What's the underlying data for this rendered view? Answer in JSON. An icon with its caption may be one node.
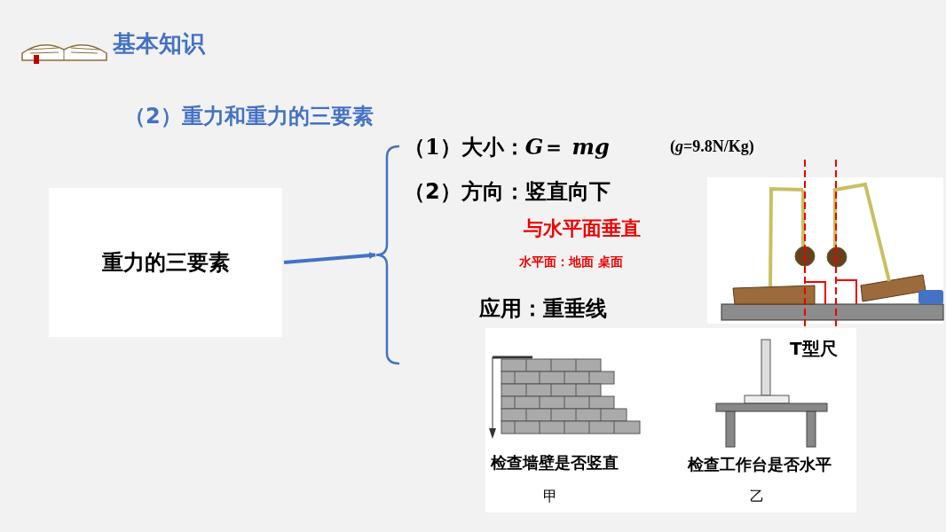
{
  "diagram": {
    "title": "基本知识",
    "nodes": [
      {
        "text": [
          "重力的三要素"
        ]
      },
      {
        "text": [],
        "shape": "bracket"
      }
    ],
    "edges": [
      {
        "from": 0,
        "to": 1,
        "arrow": "to"
      }
    ],
    "labels": [
      "（2）重力和重力的三要素",
      "（1）大小：*G*＝ *mg*",
      "(*g*=9.8N/Kg)",
      "（2）方向：竖直向下",
      "与水平面垂直",
      "水平面：地面 桌面",
      "应用：重垂线",
      "T型尺",
      "检查墙壁是否竖直",
      "检查工作台是否水平",
      "甲",
      "乙"
    ]
  }
}
